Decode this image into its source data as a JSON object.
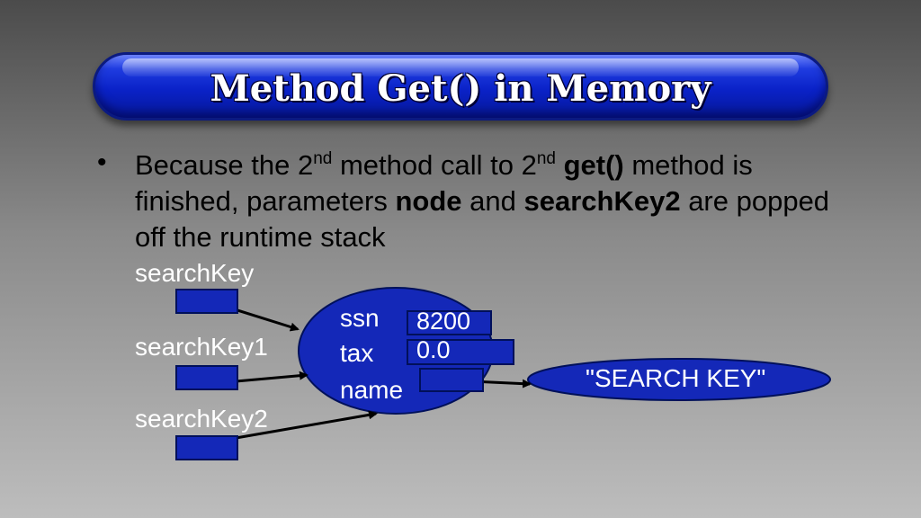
{
  "title": "Method Get() in Memory",
  "bullet": {
    "symbol": "•",
    "t1": "Because the 2",
    "sup1": "nd",
    "t2": " method call to 2",
    "sup2": "nd",
    "t3": " ",
    "b1": "get()",
    "t4": " method is finished, parameters ",
    "b2": "node",
    "t5": " and ",
    "b3": "searchKey2",
    "t6": " are popped off the runtime stack"
  },
  "vars": {
    "searchKey": "searchKey",
    "searchKey1": "searchKey1",
    "searchKey2": "searchKey2"
  },
  "object": {
    "fields": {
      "ssn": "ssn",
      "tax": "tax",
      "name": "name"
    },
    "values": {
      "ssn": "8200",
      "tax": "0.0"
    }
  },
  "string_object": "\"SEARCH KEY\"",
  "colors": {
    "object_fill": "#1428b8",
    "title_bar": "#0a22c8",
    "arrow": "#000000"
  }
}
